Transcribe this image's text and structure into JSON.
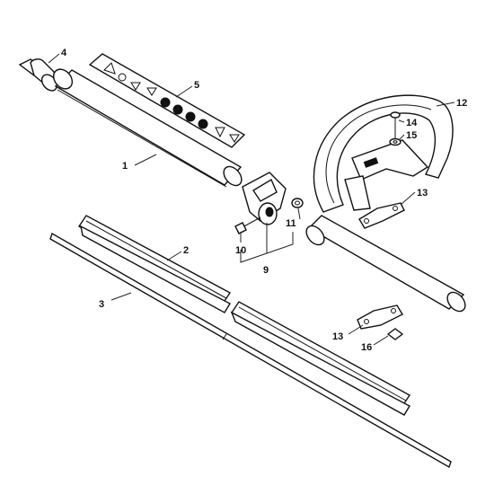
{
  "callouts": {
    "c1": "1",
    "c2": "2",
    "c3": "3",
    "c4": "4",
    "c5": "5",
    "c9": "9",
    "c10": "10",
    "c11": "11",
    "c12": "12",
    "c13a": "13",
    "c13b": "13",
    "c14": "14",
    "c15": "15",
    "c16": "16"
  }
}
